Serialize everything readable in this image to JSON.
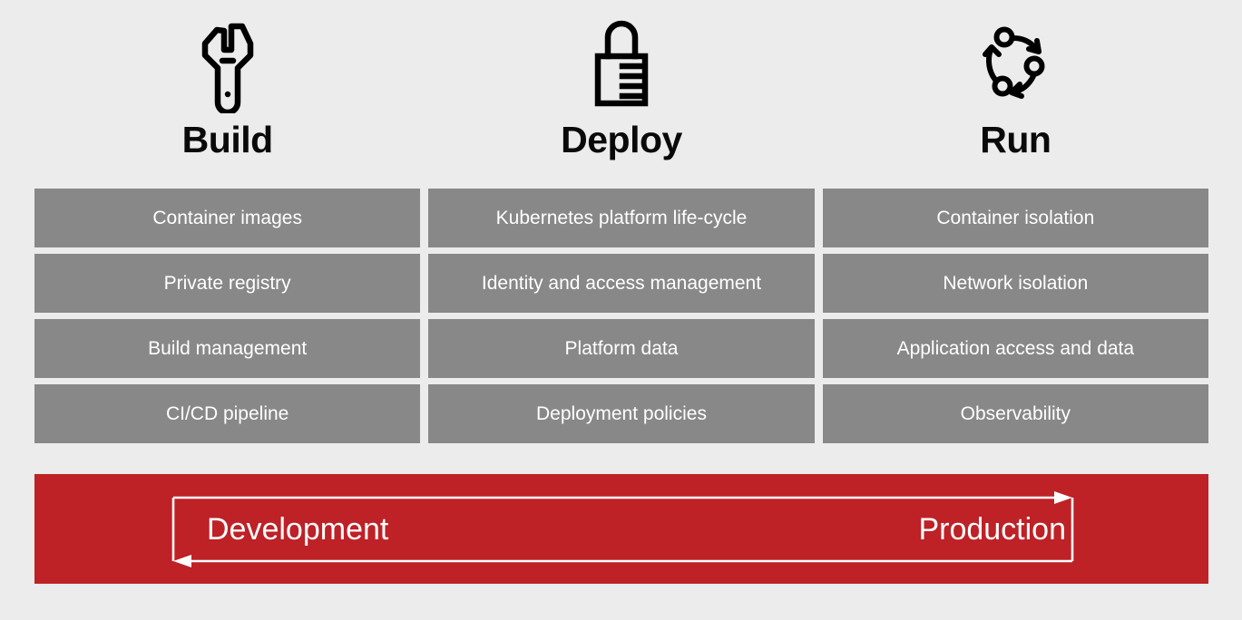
{
  "theme": {
    "background": "#ececec",
    "cell_gray": "#888888",
    "band_red": "#be2126",
    "heading_color": "#0a0a0a",
    "cell_text": "#ffffff"
  },
  "columns": [
    {
      "id": "build",
      "title": "Build",
      "icon": "wrench-icon",
      "items": [
        "Container images",
        "Private registry",
        "Build management",
        "CI/CD pipeline"
      ]
    },
    {
      "id": "deploy",
      "title": "Deploy",
      "icon": "padlock-icon",
      "items": [
        "Kubernetes platform life-cycle",
        "Identity and access management",
        "Platform data",
        "Deployment policies"
      ]
    },
    {
      "id": "run",
      "title": "Run",
      "icon": "cycle-arrows-icon",
      "items": [
        "Container isolation",
        "Network isolation",
        "Application access and data",
        "Observability"
      ]
    }
  ],
  "band": {
    "left_label": "Development",
    "right_label": "Production",
    "arrow_right_icon": "arrow-right-icon",
    "arrow_left_icon": "arrow-left-icon"
  }
}
